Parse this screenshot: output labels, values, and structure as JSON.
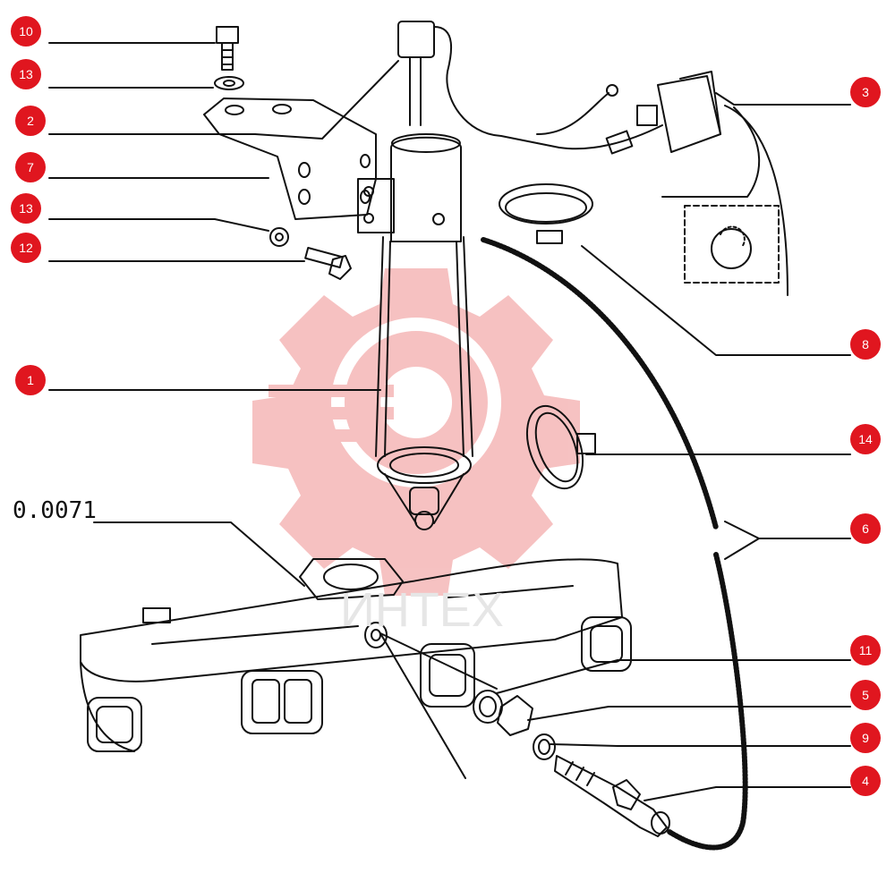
{
  "figure_ref": "0.0071",
  "watermark": "ИНТЕХ",
  "colors": {
    "callout": "#e0161f",
    "line": "#111111",
    "watermark": "#f3b0b0"
  },
  "callouts": {
    "c10": "10",
    "c13a": "13",
    "c2": "2",
    "c7": "7",
    "c13b": "13",
    "c12": "12",
    "c1": "1",
    "c3": "3",
    "c8": "8",
    "c14": "14",
    "c6": "6",
    "c11": "11",
    "c5": "5",
    "c9": "9",
    "c4": "4"
  }
}
